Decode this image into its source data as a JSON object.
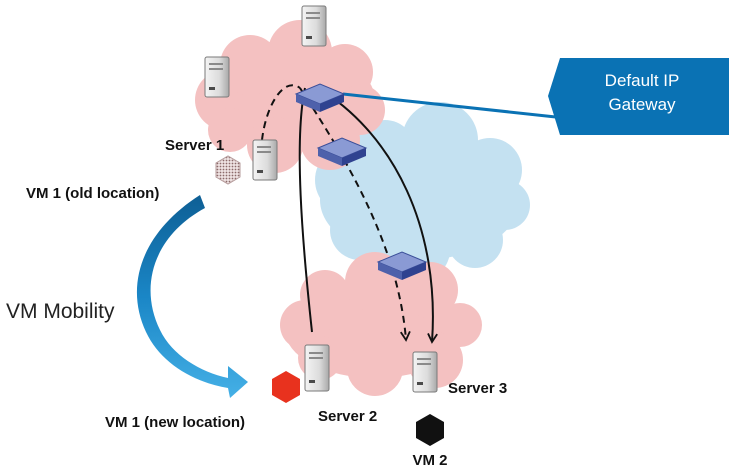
{
  "labels": {
    "gateway_line1": "Default IP",
    "gateway_line2": "Gateway",
    "server1": "Server 1",
    "server2": "Server 2",
    "server3": "Server 3",
    "vm1_old": "VM 1 (old location)",
    "vm1_new": "VM 1 (new location)",
    "vm2": "VM 2",
    "vm_mobility": "VM Mobility"
  },
  "colors": {
    "pink_cloud": "#f4c1c1",
    "blue_cloud": "#c4e1f1",
    "gateway_box": "#0a72b4",
    "arrow_blue": "#1679b5",
    "vm_new": "#e8321e",
    "vm2": "#111111",
    "vm_old": "#c9b3b3",
    "switch": "#5b6fb8"
  },
  "icons": {
    "server": "server-icon",
    "switch": "router-switch-icon",
    "vm": "hexagon-vm-icon"
  }
}
